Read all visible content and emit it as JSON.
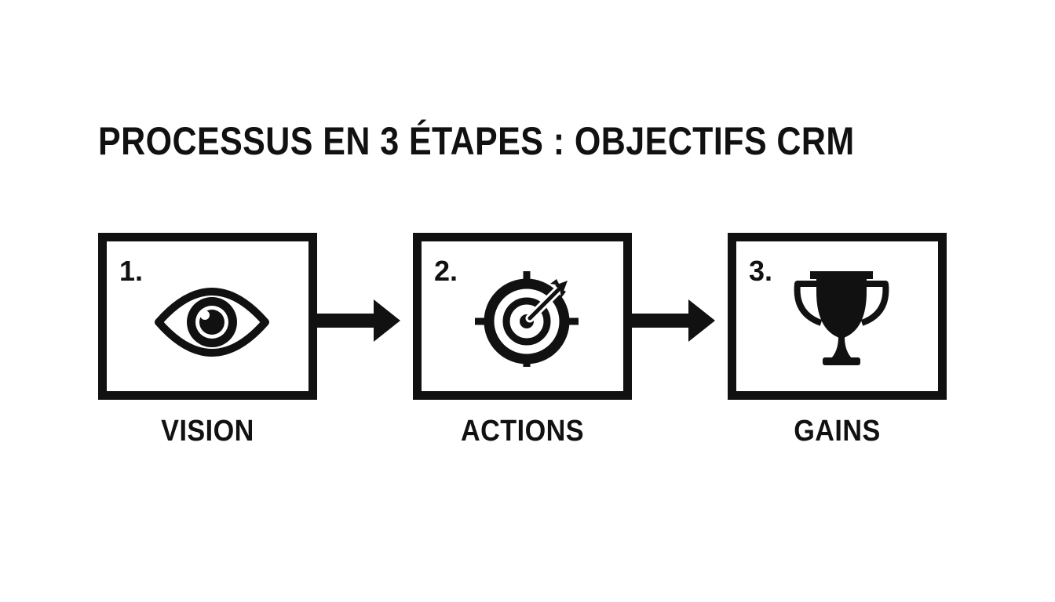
{
  "title": "PROCESSUS EN 3 ÉTAPES : OBJECTIFS CRM",
  "steps": [
    {
      "number": "1.",
      "label": "VISION",
      "icon": "eye-icon"
    },
    {
      "number": "2.",
      "label": "ACTIONS",
      "icon": "target-arrow-icon"
    },
    {
      "number": "3.",
      "label": "GAINS",
      "icon": "trophy-icon"
    }
  ],
  "colors": {
    "ink": "#111111",
    "background": "#ffffff"
  }
}
